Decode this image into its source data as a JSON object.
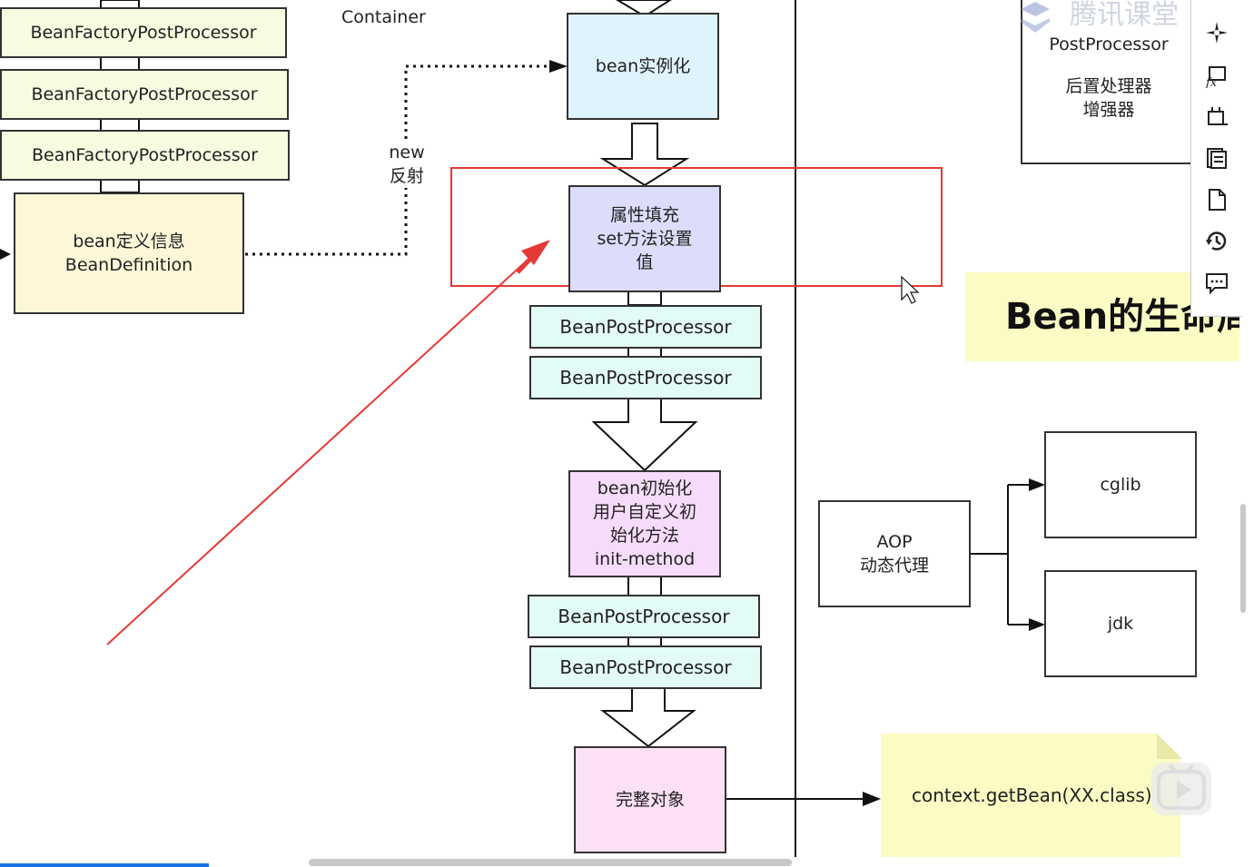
{
  "container_label": "Container",
  "reflect_label": {
    "line1": "new",
    "line2": "反射"
  },
  "bfpp": [
    "BeanFactoryPostProcessor",
    "BeanFactoryPostProcessor",
    "BeanFactoryPostProcessor"
  ],
  "bean_definition": {
    "line1": "bean定义信息",
    "line2": "BeanDefinition"
  },
  "instantiate": "bean实例化",
  "populate": {
    "line1": "属性填充",
    "line2": "set方法设置",
    "line3": "值"
  },
  "bpp": [
    "BeanPostProcessor",
    "BeanPostProcessor",
    "BeanPostProcessor",
    "BeanPostProcessor"
  ],
  "init": {
    "line1": "bean初始化",
    "line2": "用户自定义初",
    "line3": "始化方法",
    "line4": "init-method"
  },
  "complete_object": "完整对象",
  "get_bean": "context.getBean(XX.class)",
  "post_processor_box": {
    "line1": "PostProcessor",
    "line2": "后置处理器",
    "line3": "增强器"
  },
  "title": "Bean的生命周",
  "aop": {
    "line1": "AOP",
    "line2": "动态代理"
  },
  "cglib": "cglib",
  "jdk": "jdk",
  "watermark": "腾讯课堂",
  "toolbar": [
    "compass-icon",
    "formula-icon",
    "crop-icon",
    "pages-icon",
    "page-icon",
    "history-icon",
    "comment-icon"
  ],
  "colors": {
    "highlight_red": "#e53935",
    "bfpp_fill": "#f7fbdf",
    "bpp_fill": "#e3fbf6",
    "instantiate_fill": "#dff3fc",
    "populate_fill": "#dcdcfb",
    "init_fill": "#f6dcfa",
    "complete_fill": "#fbe0f6",
    "note_fill": "#fbfbc4"
  }
}
